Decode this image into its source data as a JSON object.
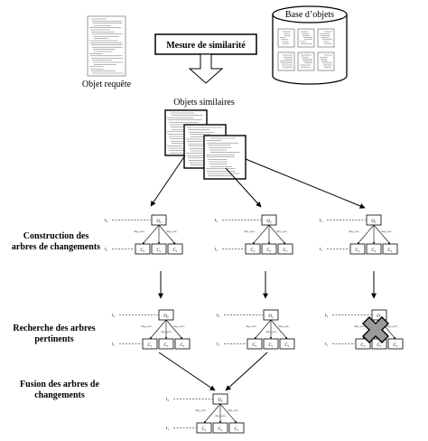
{
  "query_object": {
    "label": "Objet requête"
  },
  "database": {
    "label": "Base d’objets"
  },
  "similarity": {
    "label": "Mesure de similarité"
  },
  "similar_objects": {
    "label": "Objets similaires"
  },
  "steps": [
    {
      "line1": "Construction des",
      "line2": "arbres de changements"
    },
    {
      "line1": "Recherche des arbres",
      "line2": "pertinents"
    },
    {
      "line1": "Fusion des arbres de",
      "line2": "changements"
    }
  ],
  "tree": {
    "t2": "t₂",
    "t1": "t₁",
    "root": "O₂",
    "child": "C₁",
    "edge_left": "deg₁,per₁",
    "edge_right": "deg₂,per₂",
    "edge_mid": "deg₃,per₃"
  }
}
